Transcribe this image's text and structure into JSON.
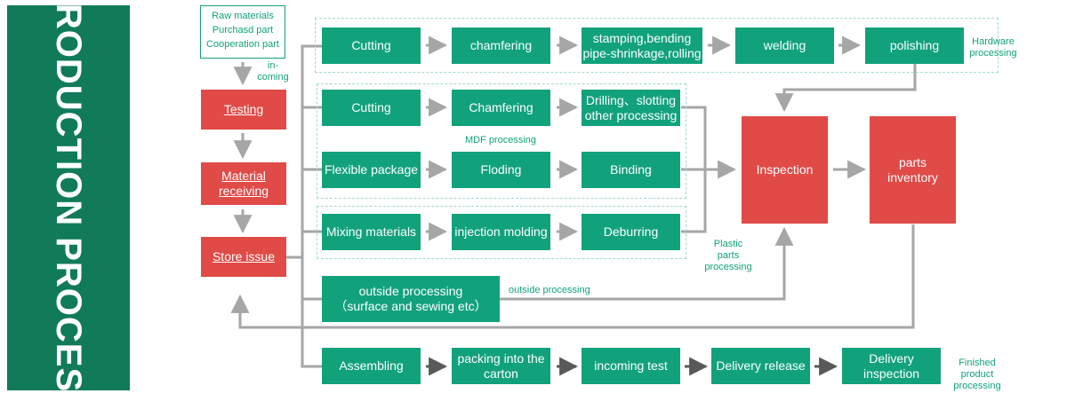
{
  "banner": {
    "title": "PRODUCTION PROCESS"
  },
  "incoming": {
    "sources": [
      "Raw materials",
      "Purchasd part",
      "Cooperation part"
    ],
    "incoming_label": "in-\ncoming",
    "testing": "Testing",
    "material_receiving": "Material\nreceiving",
    "store_issue": "Store issue"
  },
  "hardware": {
    "steps": [
      "Cutting",
      "chamfering",
      "stamping,bending\npipe-shrinkage,rolling",
      "welding",
      "polishing"
    ],
    "label": "Hardware\nprocessing"
  },
  "mdf": {
    "steps_top": [
      "Cutting",
      "Chamfering",
      "Drilling、slotting\nother processing"
    ],
    "label": "MDF processing",
    "steps_bottom": [
      "Flexible package",
      "Floding",
      "Binding"
    ]
  },
  "plastic": {
    "steps": [
      "Mixing materials",
      "injection molding",
      "Deburring"
    ],
    "label": "Plastic\nparts\nprocessing"
  },
  "outside": {
    "box": "outside processing\n（surface and sewing etc）",
    "label": "outside processing"
  },
  "inspection": "Inspection",
  "parts_inventory": "parts\ninventory",
  "finished": {
    "steps": [
      "Assembling",
      "packing into the\ncarton",
      "incoming test",
      "Delivery release",
      "Delivery\ninspection"
    ],
    "label": "Finished\nproduct\nprocessing"
  },
  "colors": {
    "green": "#11a27c",
    "dark_green": "#117a5a",
    "red": "#e04a47",
    "arrow_gray": "#a6a6a6",
    "arrow_dark": "#595959"
  }
}
